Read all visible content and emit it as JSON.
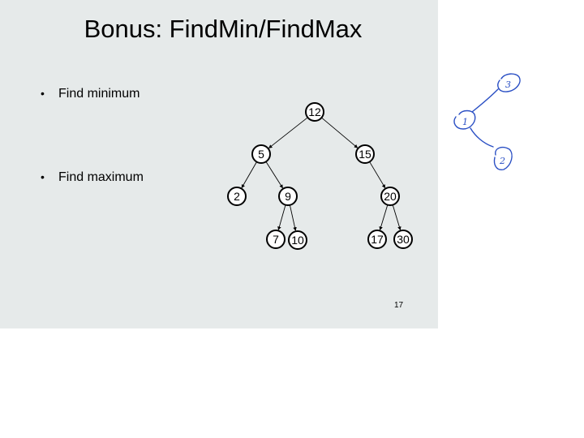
{
  "slide": {
    "title": "Bonus: FindMin/FindMax",
    "bullets": [
      "Find minimum",
      "Find maximum"
    ],
    "page_number": "17"
  },
  "tree": {
    "nodes": [
      "12",
      "5",
      "15",
      "2",
      "9",
      "20",
      "7",
      "10",
      "17",
      "30"
    ],
    "edges": [
      [
        "12",
        "5"
      ],
      [
        "12",
        "15"
      ],
      [
        "5",
        "2"
      ],
      [
        "5",
        "9"
      ],
      [
        "15",
        "20"
      ],
      [
        "9",
        "7"
      ],
      [
        "9",
        "10"
      ],
      [
        "20",
        "17"
      ],
      [
        "20",
        "30"
      ]
    ]
  },
  "annotation": {
    "ink_color": "#2a4fc4",
    "nodes": [
      "3",
      "1",
      "2"
    ]
  }
}
